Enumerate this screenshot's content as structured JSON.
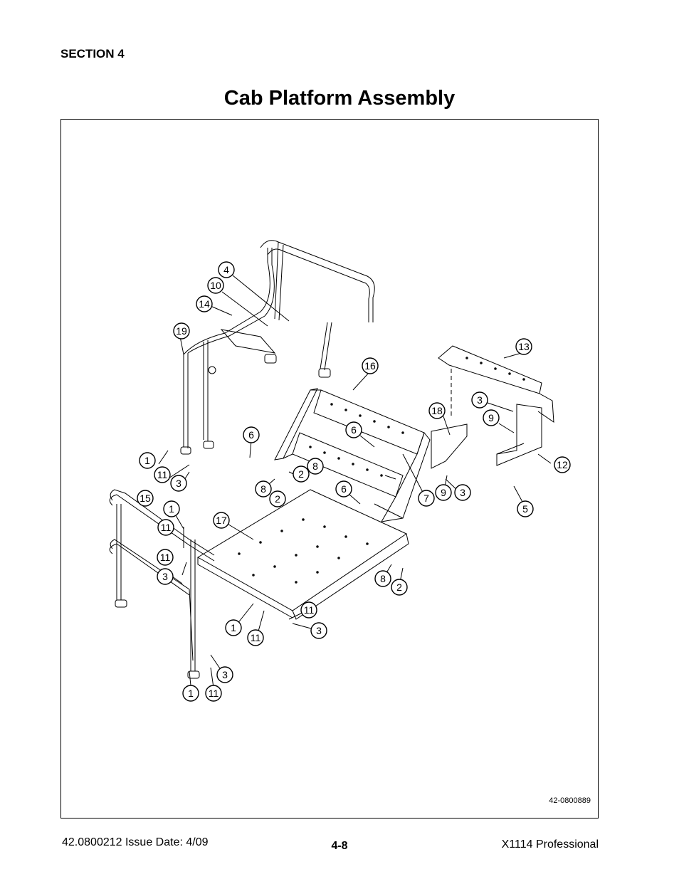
{
  "header": {
    "section": "SECTION 4",
    "title": "Cab Platform Assembly"
  },
  "figure": {
    "drawing_number": "42-0800889",
    "callouts": [
      {
        "id": "c4",
        "label": "4"
      },
      {
        "id": "c10",
        "label": "10"
      },
      {
        "id": "c14",
        "label": "14"
      },
      {
        "id": "c19",
        "label": "19"
      },
      {
        "id": "c16",
        "label": "16"
      },
      {
        "id": "c13",
        "label": "13"
      },
      {
        "id": "c3a",
        "label": "3"
      },
      {
        "id": "c9a",
        "label": "9"
      },
      {
        "id": "c18",
        "label": "18"
      },
      {
        "id": "c6a",
        "label": "6"
      },
      {
        "id": "c6b",
        "label": "6"
      },
      {
        "id": "c8a",
        "label": "8"
      },
      {
        "id": "c2a",
        "label": "2"
      },
      {
        "id": "c8b",
        "label": "8"
      },
      {
        "id": "c2b",
        "label": "2"
      },
      {
        "id": "c6c",
        "label": "6"
      },
      {
        "id": "c7",
        "label": "7"
      },
      {
        "id": "c9b",
        "label": "9"
      },
      {
        "id": "c3b",
        "label": "3"
      },
      {
        "id": "c12",
        "label": "12"
      },
      {
        "id": "c5",
        "label": "5"
      },
      {
        "id": "c1a",
        "label": "1"
      },
      {
        "id": "c11a",
        "label": "11"
      },
      {
        "id": "c3c",
        "label": "3"
      },
      {
        "id": "c15",
        "label": "15"
      },
      {
        "id": "c1b",
        "label": "1"
      },
      {
        "id": "c11b",
        "label": "11"
      },
      {
        "id": "c17",
        "label": "17"
      },
      {
        "id": "c11c",
        "label": "11"
      },
      {
        "id": "c3d",
        "label": "3"
      },
      {
        "id": "c8c",
        "label": "8"
      },
      {
        "id": "c2c",
        "label": "2"
      },
      {
        "id": "c11d",
        "label": "11"
      },
      {
        "id": "c1c",
        "label": "1"
      },
      {
        "id": "c3e",
        "label": "3"
      },
      {
        "id": "c11e",
        "label": "11"
      },
      {
        "id": "c3f",
        "label": "3"
      },
      {
        "id": "c1d",
        "label": "1"
      },
      {
        "id": "c11f",
        "label": "11"
      }
    ]
  },
  "footer": {
    "doc_number": "42.0800212  Issue Date: 4/09",
    "page": "4-8",
    "product": "X1114 Professional"
  }
}
